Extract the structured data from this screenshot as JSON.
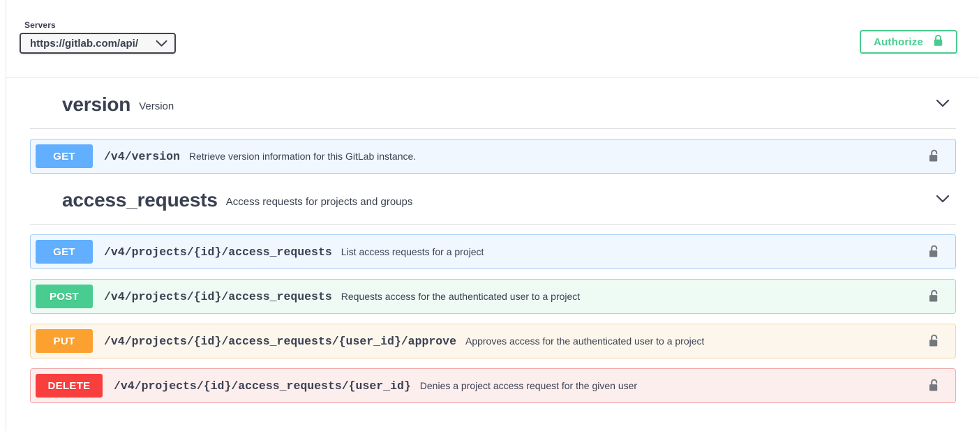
{
  "scheme_bar": {
    "servers_label": "Servers",
    "server_value": "https://gitlab.com/api/",
    "server_chevron_icon": "chevron-down-icon",
    "authorize_label": "Authorize",
    "authorize_icon": "lock-closed-icon",
    "authorize_color": "#49cc90"
  },
  "sections": [
    {
      "tag": "version",
      "description": "Version",
      "chevron_icon": "chevron-down-icon",
      "operations": [
        {
          "method": "GET",
          "method_class": "get",
          "path": "/v4/version",
          "summary": "Retrieve version information for this GitLab instance.",
          "lock_icon": "lock-open-icon",
          "color": "#61affe"
        }
      ]
    },
    {
      "tag": "access_requests",
      "description": "Access requests for projects and groups",
      "chevron_icon": "chevron-down-icon",
      "operations": [
        {
          "method": "GET",
          "method_class": "get",
          "path": "/v4/projects/{id}/access_requests",
          "summary": "List access requests for a project",
          "lock_icon": "lock-open-icon",
          "color": "#61affe"
        },
        {
          "method": "POST",
          "method_class": "post",
          "path": "/v4/projects/{id}/access_requests",
          "summary": "Requests access for the authenticated user to a project",
          "lock_icon": "lock-open-icon",
          "color": "#49cc90"
        },
        {
          "method": "PUT",
          "method_class": "put",
          "path": "/v4/projects/{id}/access_requests/{user_id}/approve",
          "summary": "Approves access for the authenticated user to a project",
          "lock_icon": "lock-open-icon",
          "color": "#fca130"
        },
        {
          "method": "DELETE",
          "method_class": "delete",
          "path": "/v4/projects/{id}/access_requests/{user_id}",
          "summary": "Denies a project access request for the given user",
          "lock_icon": "lock-open-icon",
          "color": "#f93e3e"
        }
      ]
    }
  ]
}
